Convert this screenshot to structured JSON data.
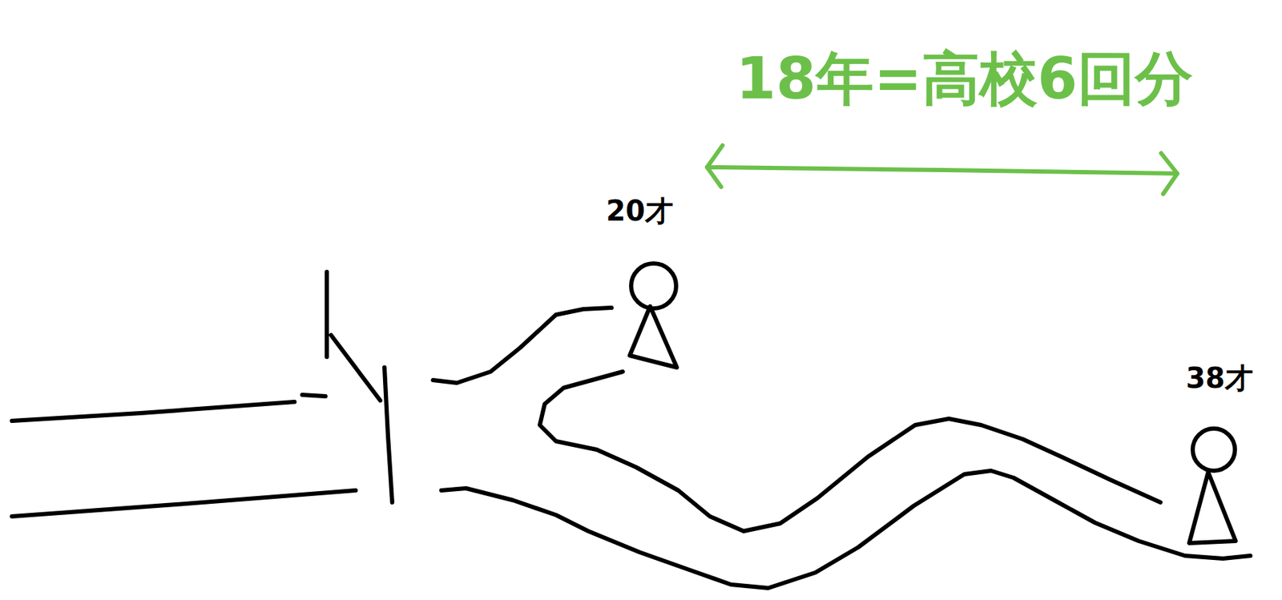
{
  "diagram": {
    "labels": [
      "20才",
      "38才",
      "18年=高校6回分"
    ]
  }
}
